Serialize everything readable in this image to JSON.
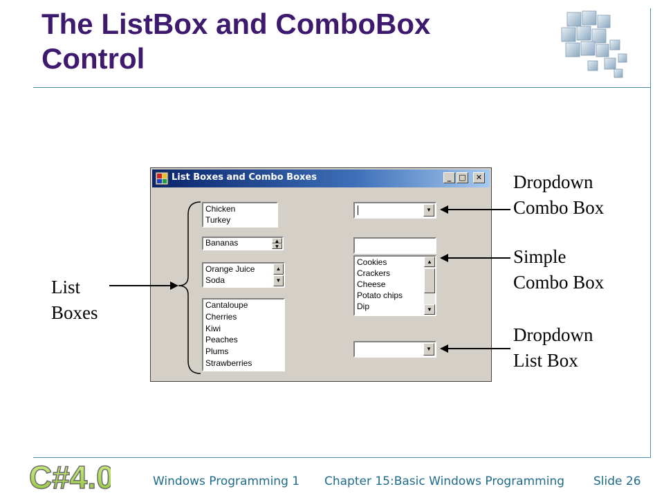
{
  "slide": {
    "title_line1": "The ListBox and ComboBox",
    "title_line2": "Control"
  },
  "window": {
    "title": "List Boxes and Combo Boxes",
    "minimize": "_",
    "maximize": "□",
    "close": "✕"
  },
  "list_boxes": {
    "box1": [
      "Chicken",
      "Turkey"
    ],
    "box2_value": "Bananas",
    "box3": [
      "Orange Juice",
      "Soda"
    ],
    "box4": [
      "Cantaloupe",
      "Cherries",
      "Kiwi",
      "Peaches",
      "Plums",
      "Strawberries"
    ]
  },
  "combo_boxes": {
    "dropdown_combo_value": "",
    "simple_combo_value": "",
    "simple_combo_items": [
      "Cookies",
      "Crackers",
      "Cheese",
      "Potato chips",
      "Dip"
    ],
    "dropdown_list_value": ""
  },
  "labels": {
    "list_boxes_1": "List",
    "list_boxes_2": "Boxes",
    "dropdown_combo_1": "Dropdown",
    "dropdown_combo_2": "Combo Box",
    "simple_combo_1": "Simple",
    "simple_combo_2": "Combo Box",
    "dropdown_list_1": "Dropdown",
    "dropdown_list_2": "List Box"
  },
  "footer": {
    "logo": "C#4.0",
    "course": "Windows Programming 1",
    "chapter": "Chapter 15:Basic Windows Programming",
    "slide": "Slide 26"
  },
  "colors": {
    "title": "#3d1a6e",
    "rule": "#4a8aa8",
    "footer_text": "#1e6a8a",
    "titlebar": "#0a246a",
    "window_face": "#d4d0c8"
  }
}
